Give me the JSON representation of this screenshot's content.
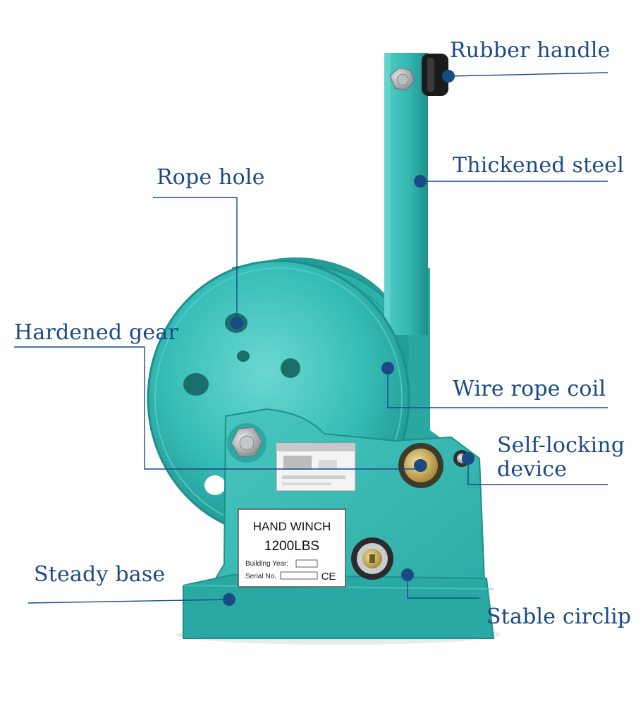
{
  "callouts": {
    "rubber_handle": "Rubber handle",
    "thickened_steel": "Thickened steel",
    "rope_hole": "Rope hole",
    "hardened_gear": "Hardened gear",
    "wire_rope_coil": "Wire rope coil",
    "self_locking_line1": "Self-locking",
    "self_locking_line2": "device",
    "steady_base": "Steady base",
    "stable_circlip": "Stable circlip"
  },
  "nameplate": {
    "title": "HAND WINCH",
    "capacity": "1200LBS",
    "building_year_label": "Building Year:",
    "serial_label": "Serial No.",
    "mark": "CE"
  },
  "colors": {
    "body": "#2fb5b0",
    "body_dark": "#1f8f8c",
    "body_light": "#5fd0c9",
    "callout": "#1a4a86",
    "dot": "#1a4a86"
  }
}
